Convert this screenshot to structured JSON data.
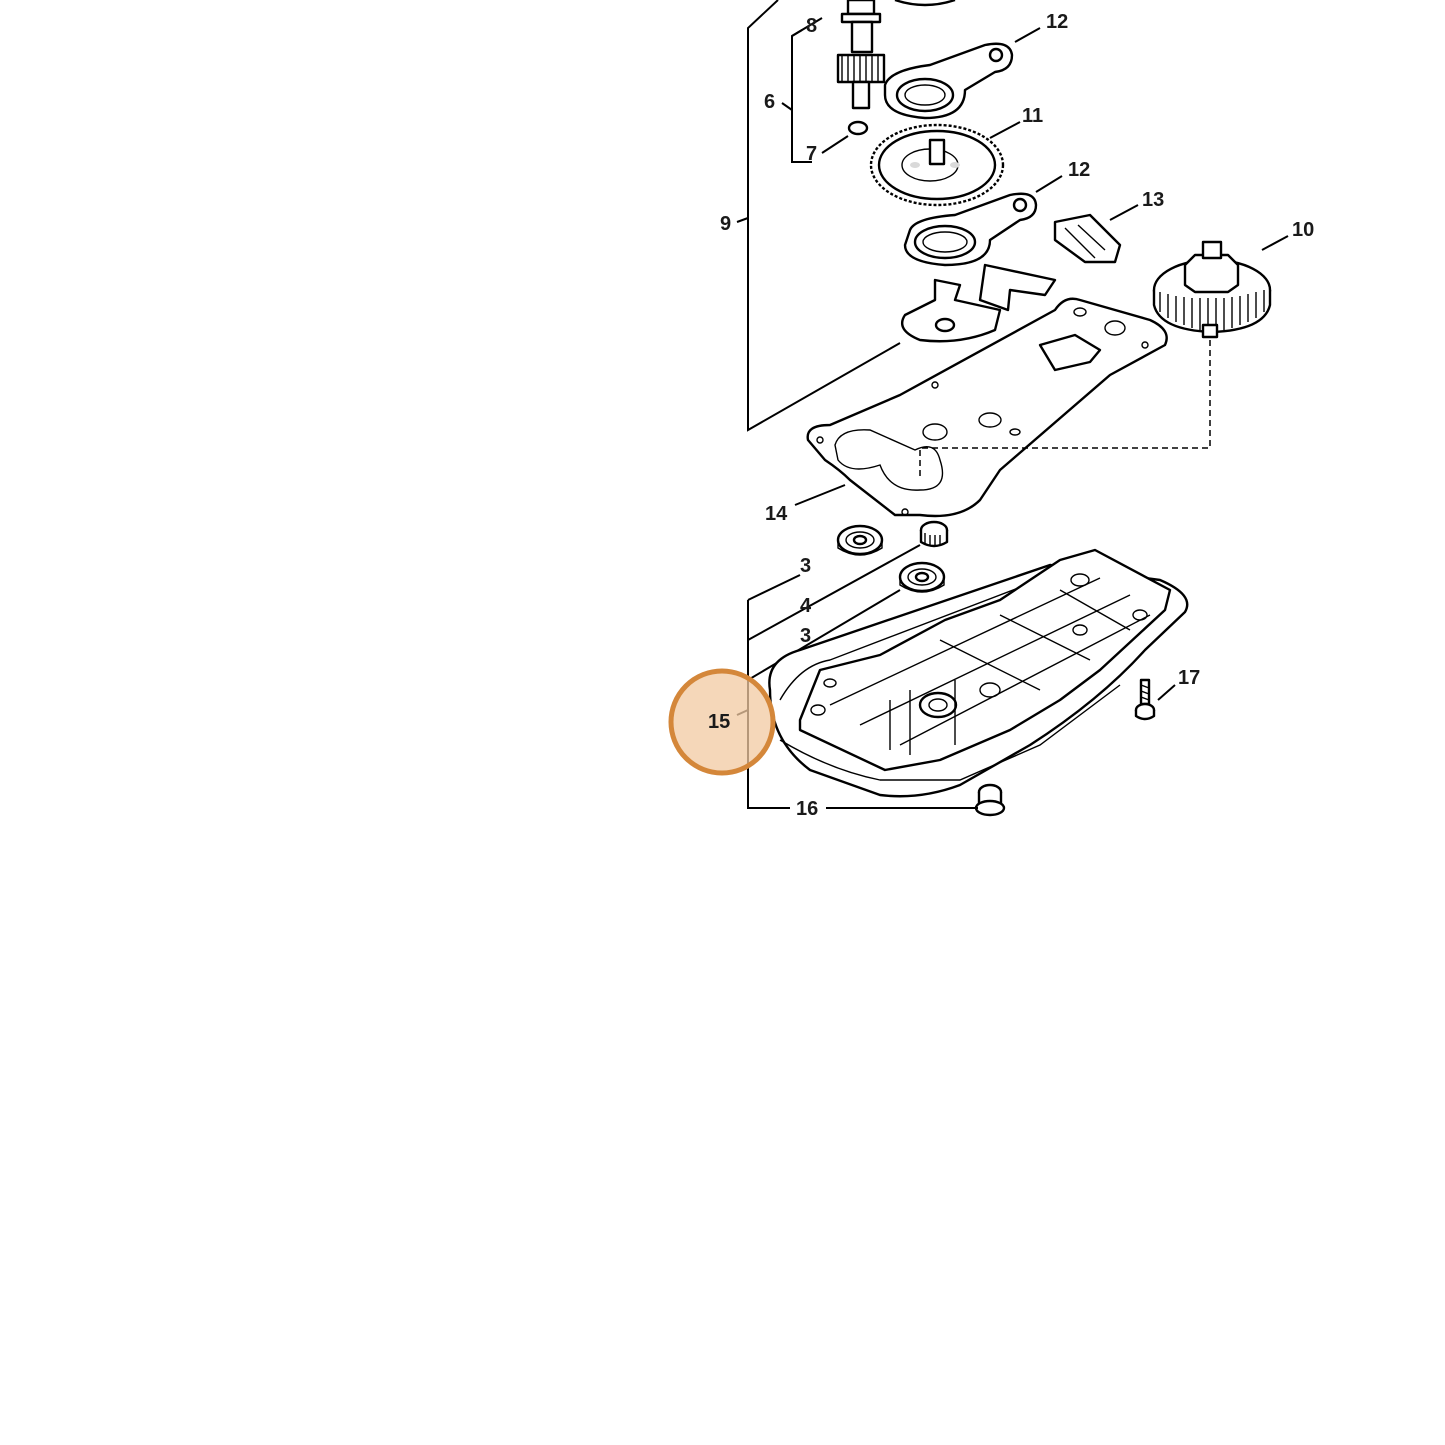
{
  "labels": {
    "p3a": "3",
    "p3b": "3",
    "p4": "4",
    "p6": "6",
    "p7": "7",
    "p8": "8",
    "p9": "9",
    "p10": "10",
    "p11": "11",
    "p12a": "12",
    "p12b": "12",
    "p13": "13",
    "p14": "14",
    "p15": "15",
    "p16": "16",
    "p17": "17"
  },
  "highlight": {
    "label": "15",
    "color": "#d4873a",
    "fill": "#f1c9a2"
  }
}
